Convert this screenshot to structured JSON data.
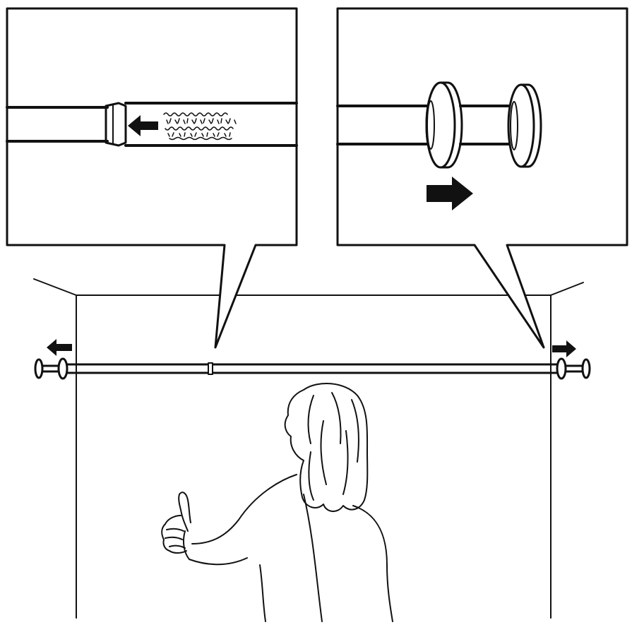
{
  "figure": {
    "kind": "assembly-instruction-illustration",
    "text_labels": [],
    "colors": {
      "ink": "#111111",
      "background": "#ffffff"
    },
    "callouts": [
      {
        "id": "left-callout",
        "subject": "rod-tube-joint-with-texture",
        "arrow_direction": "left"
      },
      {
        "id": "right-callout",
        "subject": "rod-end-caps",
        "arrow_direction": "right"
      }
    ],
    "main_scene": {
      "rod_end_arrows": [
        "left",
        "right"
      ],
      "figure": "person-with-thumbs-up"
    }
  }
}
